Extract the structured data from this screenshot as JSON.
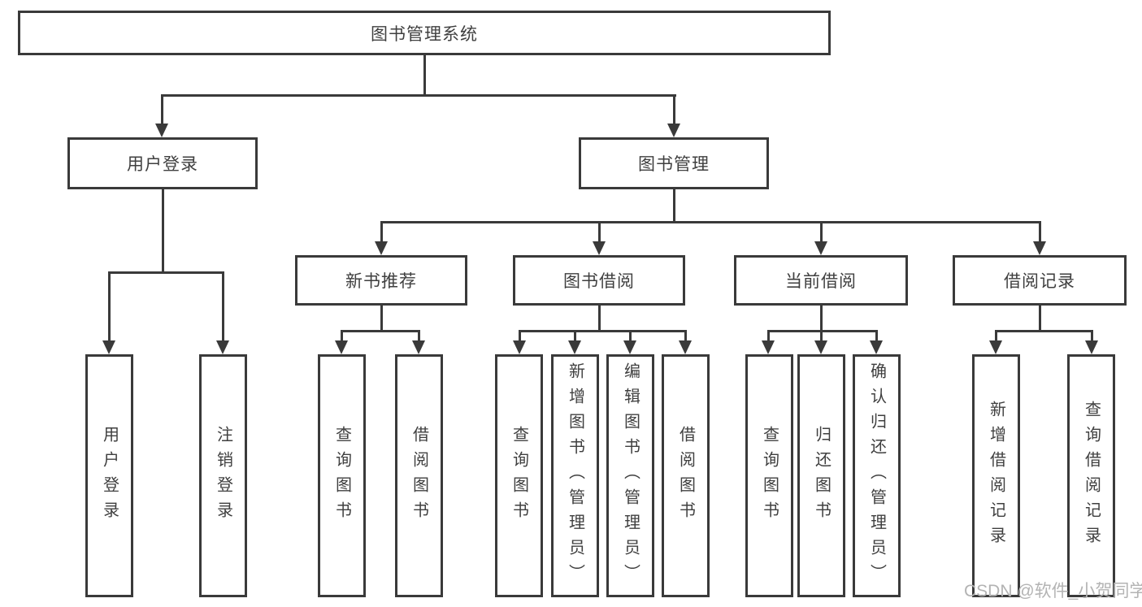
{
  "diagram": {
    "title": "图书管理系统",
    "level2": {
      "user_login": "用户登录",
      "book_management": "图书管理"
    },
    "level3": {
      "recommend": "新书推荐",
      "borrow": "图书借阅",
      "current": "当前借阅",
      "records": "借阅记录"
    },
    "leaves": {
      "login": [
        "用户登录",
        "注销登录"
      ],
      "recommend": [
        "查询图书",
        "借阅图书"
      ],
      "borrow": [
        "查询图书",
        "新增图书（管理员）",
        "编辑图书（管理员）",
        "借阅图书"
      ],
      "current": [
        "查询图书",
        "归还图书",
        "确认归还（管理员）"
      ],
      "records": [
        "新增借阅记录",
        "查询借阅记录"
      ]
    },
    "watermark": "CSDN @软件_小贺同学",
    "colors": {
      "line": "#3a3a3a",
      "watermark": "#b3b3b3"
    }
  }
}
